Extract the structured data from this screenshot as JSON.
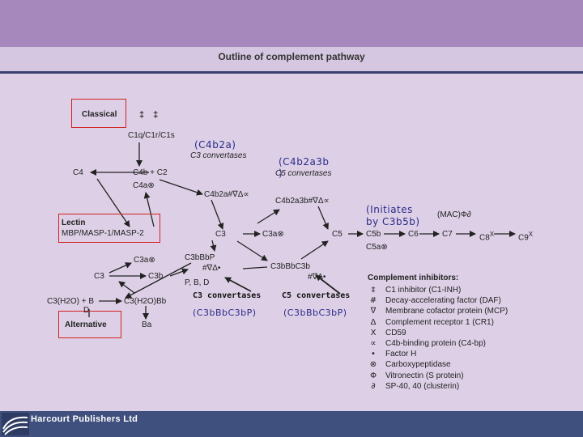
{
  "header": {
    "title": "Outline of complement pathway"
  },
  "footer": {
    "publisher": "Harcourt Publishers Ltd",
    "logo_icon": "harcourt-wave-logo"
  },
  "boxes": {
    "classical": "Classical",
    "lectin_title": "Lectin",
    "lectin_sub": "MBP/MASP-1/MASP-2",
    "alternative": "Alternative"
  },
  "classical_marks": "‡ ‡",
  "nodes": {
    "c1": "C1q/C1r/C1s",
    "c3conv1": "C3 convertases",
    "c4": "C4",
    "c4b_c2": "C4b + C2",
    "c4a": "C4a⊗",
    "c4b2a": "C4b2a#∇Δ∝",
    "c5conv1": "C5 convertases",
    "c4b2a3b": "C4b2a3b#∇Δ∝",
    "c3": "C3",
    "c3a_mid": "C3a⊗",
    "c5": "C5",
    "c5b": "C5b",
    "c5a": "C5a⊗",
    "c6": "C6",
    "c7": "C7",
    "c8": "C8",
    "c8_mark": "X",
    "c9": "C9",
    "c9_mark": "X",
    "mac": "(MAC)Φ∂",
    "c3a_left": "C3a⊗",
    "c3_left": "C3",
    "c3b": "C3b",
    "c3bbbp": "C3bBbP",
    "c3bbbp_marks": "#∇Δ•",
    "pbd": "P, B, D",
    "c3bbbc3b": "C3bBbC3b",
    "c3bbbc3b_marks": "#∇Δ•",
    "c3h2o_b": "C3(H2O) + B",
    "c3h2o_bb": "C3(H2O)Bb",
    "d": "D",
    "ba": "Ba"
  },
  "handwritten": {
    "c4b2a": "(C4b2a)",
    "c4b2a3b": "(C4b2a3b",
    "c4b2a3b_close": ")",
    "initiates": "(Initiates",
    "by_c3b5b": "by C3b5b)",
    "c3bbbc3bp_left": "(C3bBbC3bP)",
    "c3bbbc3bp_right": "(C3bBbC3bP)"
  },
  "typed": {
    "c3_conv": "C3 convertases",
    "c5_conv": "C5 convertases"
  },
  "inhibitors": {
    "title": "Complement inhibitors:",
    "items": [
      {
        "symbol": "‡",
        "text": "C1 inhibitor (C1-INH)"
      },
      {
        "symbol": "#",
        "text": "Decay-accelerating factor (DAF)"
      },
      {
        "symbol": "∇",
        "text": "Membrane cofactor protein (MCP)"
      },
      {
        "symbol": "Δ",
        "text": "Complement receptor 1 (CR1)"
      },
      {
        "symbol": "X",
        "text": "CD59"
      },
      {
        "symbol": "∝",
        "text": "C4b-binding protein (C4-bp)"
      },
      {
        "symbol": "•",
        "text": "Factor H"
      },
      {
        "symbol": "⊗",
        "text": "Carboxypeptidase"
      },
      {
        "symbol": "Φ",
        "text": "Vitronectin (S protein)"
      },
      {
        "symbol": "∂",
        "text": "SP-40, 40 (clusterin)"
      }
    ]
  },
  "colors": {
    "background": "#ddd0e6",
    "header": "#a688bc",
    "footer": "#3f507e",
    "box_border": "#d42020",
    "handwriting": "#2a2a8a"
  }
}
